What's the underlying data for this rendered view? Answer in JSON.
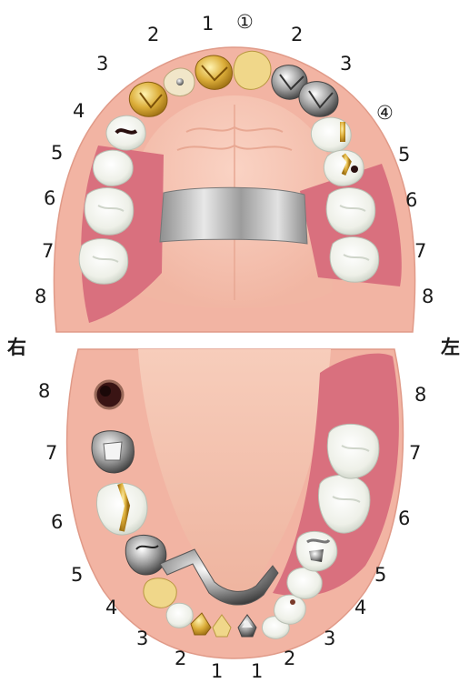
{
  "sides": {
    "right": "右",
    "left": "左"
  },
  "upper": {
    "right_numbers": [
      "1",
      "2",
      "3",
      "4",
      "5",
      "6",
      "7",
      "8"
    ],
    "left_numbers": [
      "①",
      "2",
      "3",
      "④",
      "5",
      "6",
      "7",
      "8"
    ]
  },
  "lower": {
    "right_numbers": [
      "1",
      "2",
      "3",
      "4",
      "5",
      "6",
      "7",
      "8"
    ],
    "left_numbers": [
      "1",
      "2",
      "3",
      "4",
      "5",
      "6",
      "7",
      "8"
    ]
  },
  "colors": {
    "gum": "#f2b7a6",
    "gum_dark": "#e49b8a",
    "palate": "#f7c9b8",
    "tongue": "#f4c1ae",
    "missing_area": "#d9707e",
    "tooth": "#ecefe6",
    "gold": "#d7a431",
    "metal": "#8d8d8d",
    "mesh": "#b9b9b9",
    "cavity": "#2a1010"
  }
}
